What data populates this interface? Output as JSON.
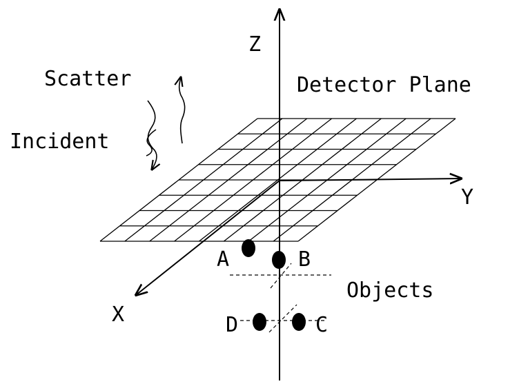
{
  "labels": {
    "z_axis": "Z",
    "y_axis": "Y",
    "x_axis": "X",
    "detector_plane": "Detector Plane",
    "scatter": "Scatter",
    "incident": "Incident",
    "objects": "Objects"
  },
  "objects": [
    {
      "id": "A",
      "label": "A"
    },
    {
      "id": "B",
      "label": "B"
    },
    {
      "id": "C",
      "label": "C"
    },
    {
      "id": "D",
      "label": "D"
    }
  ],
  "detector_grid": {
    "rows": 8,
    "cols": 8
  }
}
